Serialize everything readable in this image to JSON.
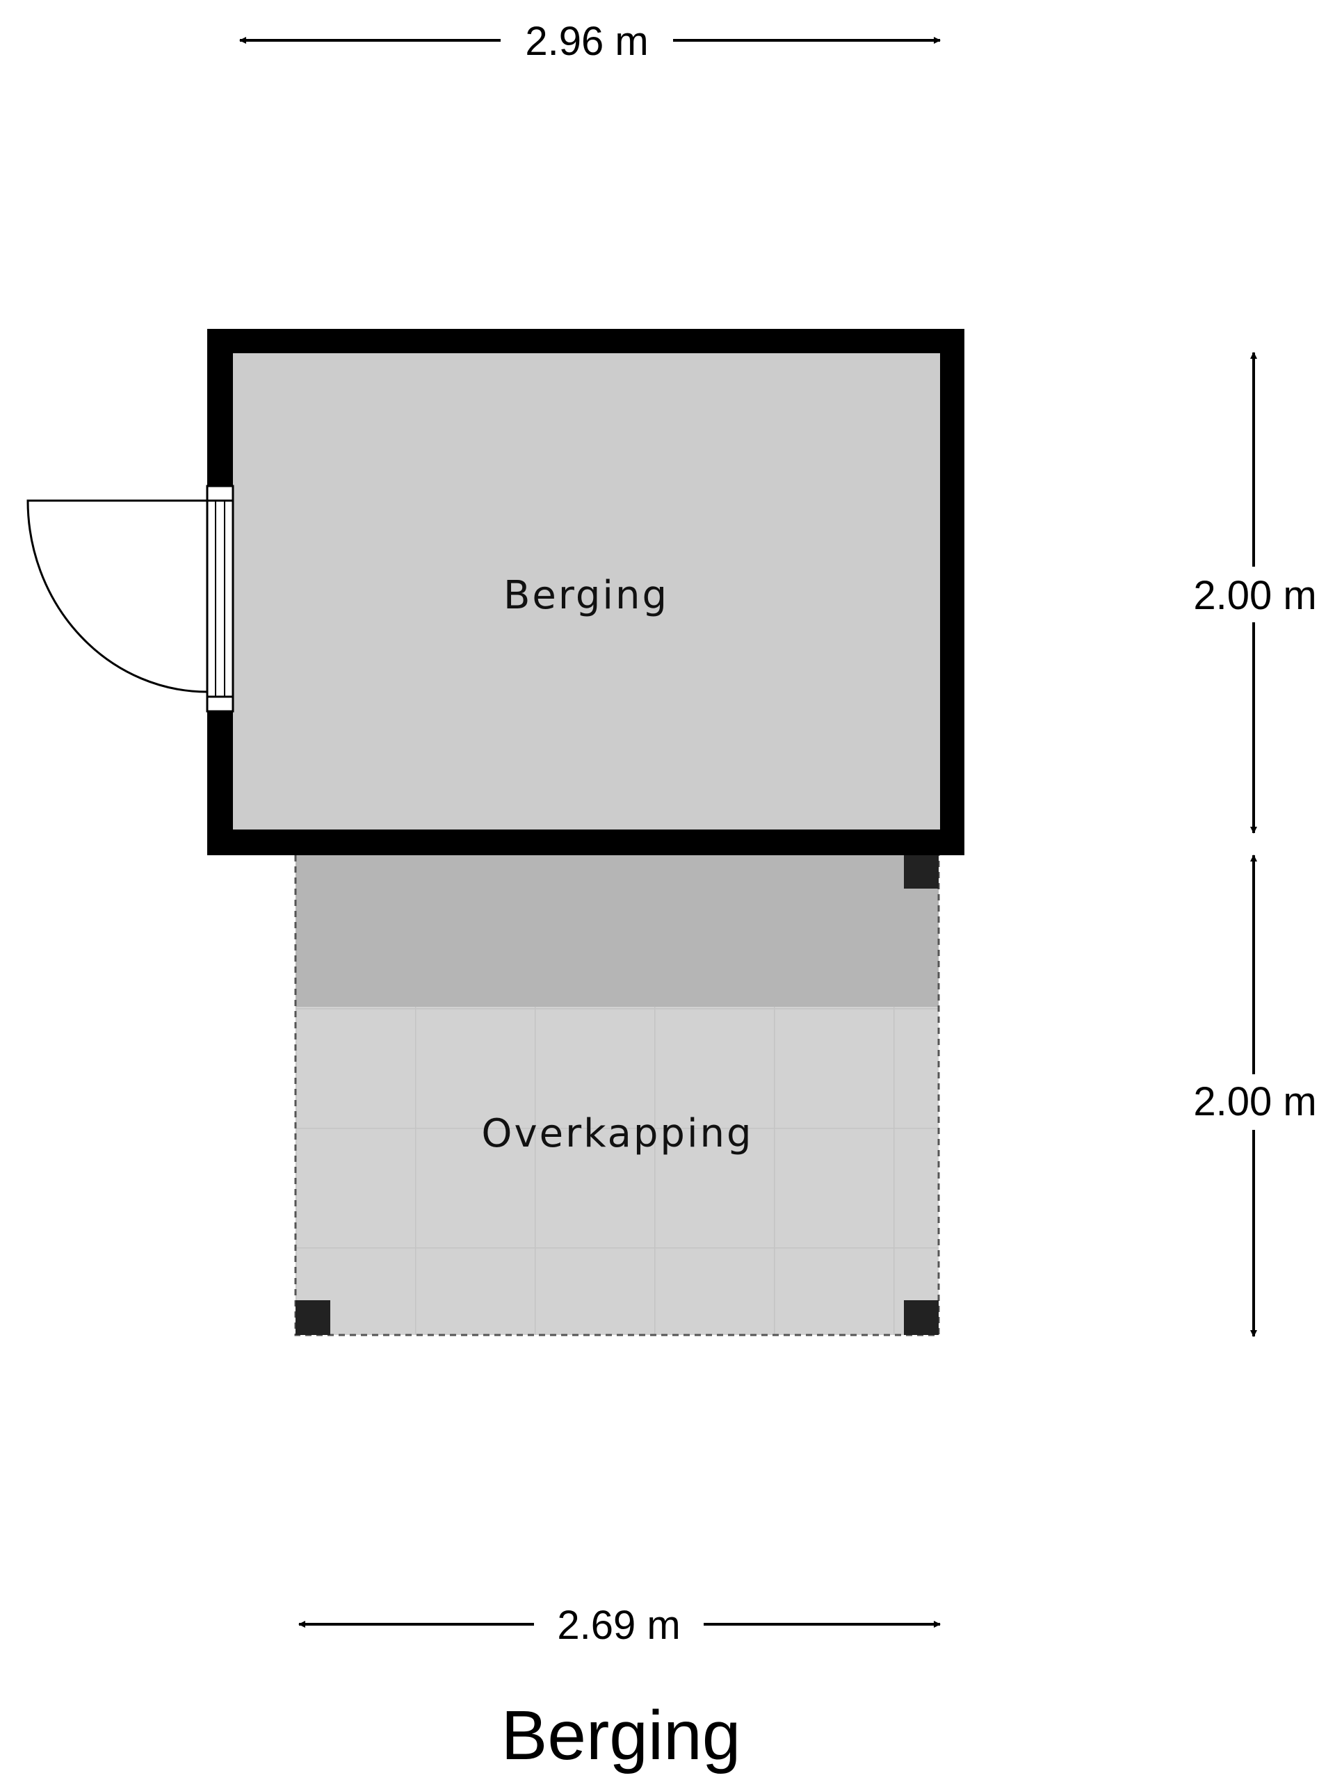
{
  "floor_title": "Berging",
  "rooms": [
    {
      "name": "Berging"
    },
    {
      "name": "Overkapping"
    }
  ],
  "dimensions": {
    "top_width": "2.96 m",
    "bottom_width": "2.69 m",
    "right_upper_height": "2.00 m",
    "right_lower_height": "2.00 m"
  },
  "colors": {
    "wall": "#000000",
    "berging_floor": "#cccccc",
    "overkapping_shade": "#b5b5b5",
    "overkapping_floor": "#d2d2d2",
    "tile_line": "#c4c4c4",
    "post": "#222222"
  }
}
